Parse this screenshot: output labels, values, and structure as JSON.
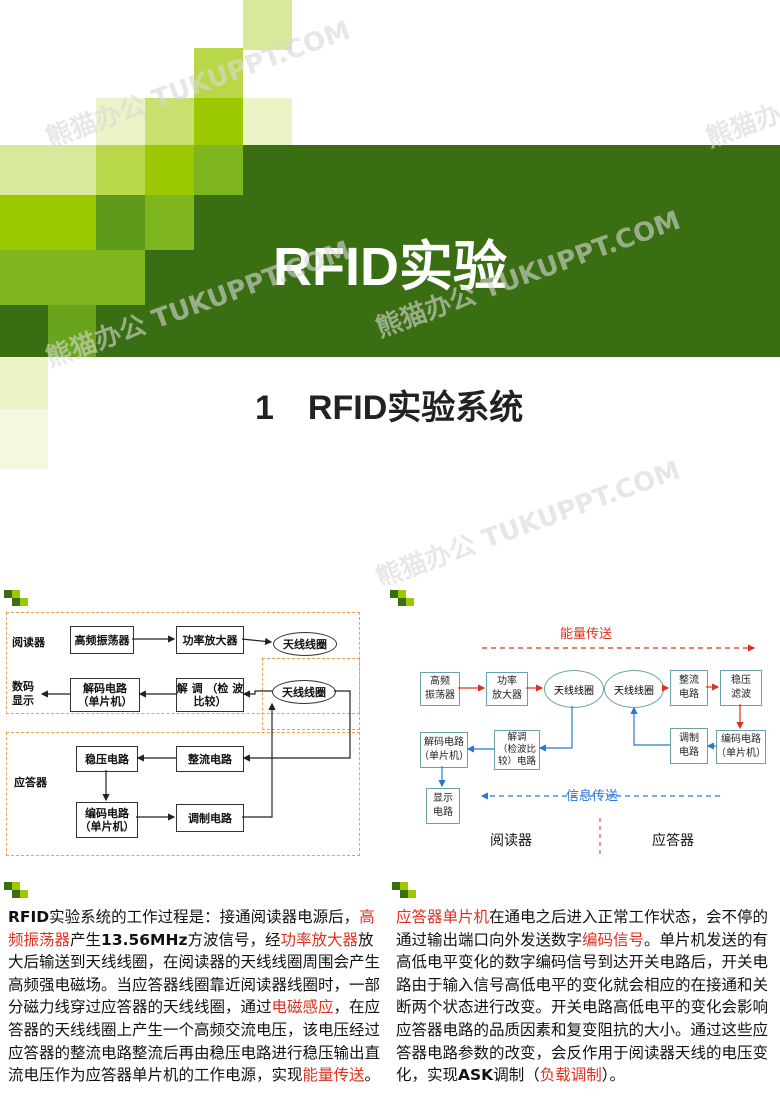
{
  "slide1": {
    "title": "RFID实验",
    "subtitle_num": "1",
    "subtitle_text": "RFID实验系统",
    "watermark": "熊猫办公 TUKUPPT.COM"
  },
  "left_diagram": {
    "reader_label": "阅读器",
    "responder_label": "应答器",
    "display_label": "数码\n显示",
    "blocks": {
      "oscillator": "高频振荡器",
      "amplifier": "功率放大器",
      "antenna1": "天线线圈",
      "decoder": "解码电路\n（单片机）",
      "demod": "解 调 （检 波\n比较）",
      "antenna2": "天线线圈",
      "regulator": "稳压电路",
      "rectifier": "整流电路",
      "encoder": "编码电路\n（单片机）",
      "modulator": "调制电路"
    }
  },
  "right_diagram": {
    "energy_label": "能量传送",
    "info_label": "信息传送",
    "reader_label": "阅读器",
    "responder_label": "应答器",
    "blocks": {
      "hf_osc": "高频\n振荡器",
      "power_amp": "功率\n放大器",
      "antenna_reader": "天线线圈",
      "antenna_tag": "天线线圈",
      "rectify": "整流\n电路",
      "regulate": "稳压\n滤波",
      "decode": "解码电路\n（单片机）",
      "demodulate": "解调\n（检波比\n较）电路",
      "display": "显示\n电路",
      "modulate": "调制\n电路",
      "encode": "编码电路\n（单片机）"
    }
  },
  "left_text": {
    "p1": "RFID",
    "p2": "实验系统的工作过程是：接通阅读器电源后，",
    "p3": "高频振荡器",
    "p4": "产生",
    "p5": "13.56MHz",
    "p6": "方波信号，经",
    "p7": "功率放大器",
    "p8": "放大后输送到天线线圈，在阅读器的天线线圈周围会产生高频强电磁场。当应答器线圈靠近阅读器线圈时，一部分磁力线穿过应答器的天线线圈，通过",
    "p9": "电磁感应",
    "p10": "，在应答器的天线线圈上产生一个高频交流电压，该电压经过应答器的整流电路整流后再由稳压电路进行稳压输出直流电压作为应答器单片机的工作电源，实现",
    "p11": "能量传送",
    "p12": "。"
  },
  "right_text": {
    "q1": "应答器单片机",
    "q2": "在通电之后进入正常工作状态，会不停的通过输出端口向外发送数字",
    "q3": "编码信号",
    "q4": "。单片机发送的有高低电平变化的数字编码信号到达开关电路后，开关电路由于输入信号高低电平的变化就会相应的在接通和关断两个状态进行改变。开关电路高低电平的变化会影响应答器电路的品质因素和复变阻抗的大小。通过这些应答器电路参数的改变，会反作用于阅读器天线的电压变化，实现",
    "q5": "ASK",
    "q6": "调制（",
    "q7": "负载调制",
    "q8": "）。"
  },
  "colors": {
    "dark_green": "#3a6e12",
    "lime": "#9bc800",
    "accent_red": "#e03020",
    "arrow_blue": "#2b77d6"
  }
}
